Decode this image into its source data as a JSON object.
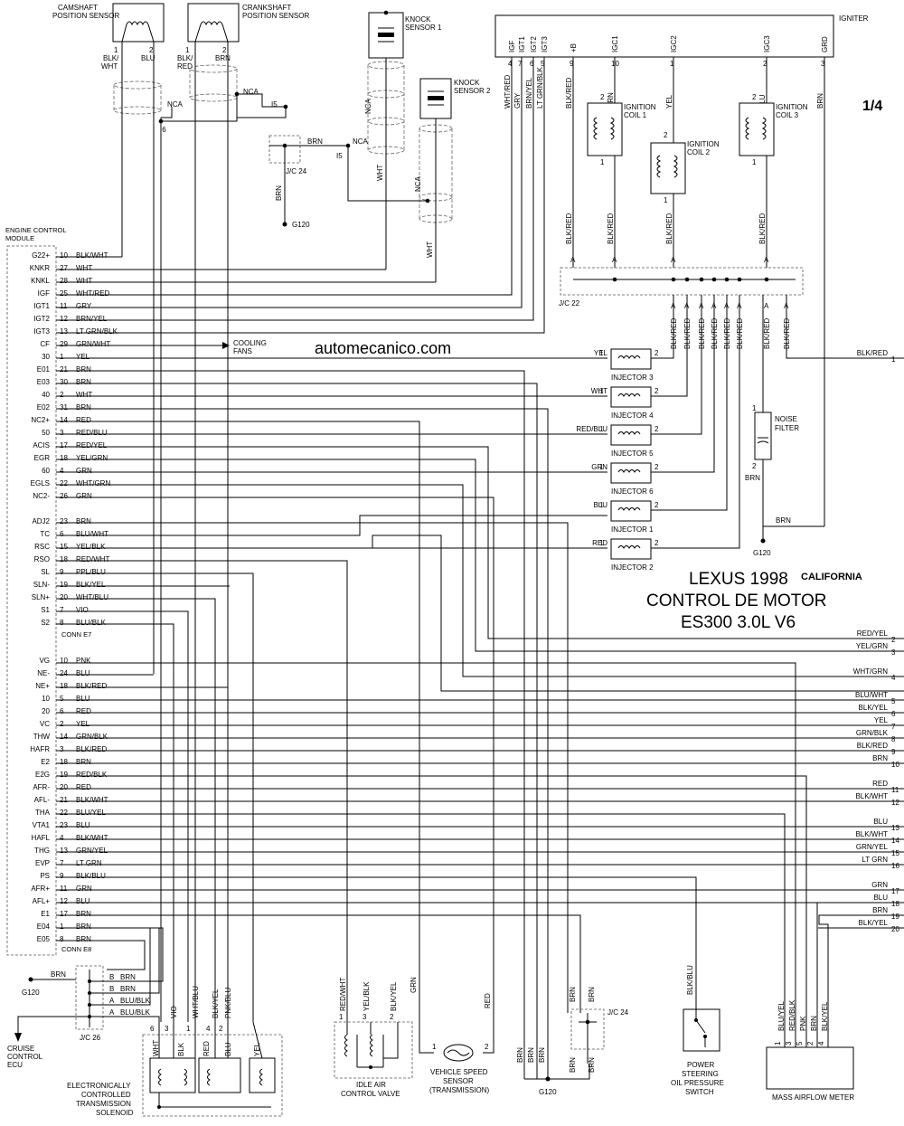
{
  "header": {
    "page": "1/4",
    "make": "LEXUS 1998",
    "region": "CALIFORNIA",
    "title": "CONTROL DE MOTOR",
    "model": "ES300 3.0L V6",
    "watermark": "automecanico.com"
  },
  "ecm": {
    "label": "ENGINE CONTROL MODULE",
    "conn_e7": "CONN E7",
    "conn_e8": "CONN E8",
    "pins_top": [
      {
        "name": "G22+",
        "num": "10",
        "color": "BLK/WHT"
      },
      {
        "name": "KNKR",
        "num": "27",
        "color": "WHT"
      },
      {
        "name": "KNKL",
        "num": "28",
        "color": "WHT"
      },
      {
        "name": "IGF",
        "num": "25",
        "color": "WHT/RED"
      },
      {
        "name": "IGT1",
        "num": "11",
        "color": "GRY"
      },
      {
        "name": "IGT2",
        "num": "12",
        "color": "BRN/YEL"
      },
      {
        "name": "IGT3",
        "num": "13",
        "color": "LT GRN/BLK"
      },
      {
        "name": "CF",
        "num": "29",
        "color": "GRN/WHT"
      },
      {
        "name": "30",
        "num": "1",
        "color": "YEL"
      },
      {
        "name": "E01",
        "num": "21",
        "color": "BRN"
      },
      {
        "name": "E03",
        "num": "30",
        "color": "BRN"
      },
      {
        "name": "40",
        "num": "2",
        "color": "WHT"
      },
      {
        "name": "E02",
        "num": "31",
        "color": "BRN"
      },
      {
        "name": "NC2+",
        "num": "14",
        "color": "RED"
      },
      {
        "name": "50",
        "num": "3",
        "color": "RED/BLU"
      },
      {
        "name": "ACIS",
        "num": "17",
        "color": "RED/YEL"
      },
      {
        "name": "EGR",
        "num": "18",
        "color": "YEL/GRN"
      },
      {
        "name": "60",
        "num": "4",
        "color": "GRN"
      },
      {
        "name": "EGLS",
        "num": "22",
        "color": "WHT/GRN"
      },
      {
        "name": "NC2-",
        "num": "26",
        "color": "GRN"
      }
    ],
    "pins_mid": [
      {
        "name": "ADJ2",
        "num": "23",
        "color": "BRN"
      },
      {
        "name": "TC",
        "num": "6",
        "color": "BLU/WHT"
      },
      {
        "name": "RSC",
        "num": "15",
        "color": "YEL/BLK"
      },
      {
        "name": "RSO",
        "num": "18",
        "color": "RED/WHT"
      },
      {
        "name": "SL",
        "num": "9",
        "color": "PPL/BLU"
      },
      {
        "name": "SLN-",
        "num": "19",
        "color": "BLK/YEL"
      },
      {
        "name": "SLN+",
        "num": "20",
        "color": "WHT/BLU"
      },
      {
        "name": "S1",
        "num": "7",
        "color": "VIO"
      },
      {
        "name": "S2",
        "num": "8",
        "color": "BLU/BLK"
      }
    ],
    "pins_bot": [
      {
        "name": "VG",
        "num": "10",
        "color": "PNK"
      },
      {
        "name": "NE-",
        "num": "24",
        "color": "BLU"
      },
      {
        "name": "NE+",
        "num": "18",
        "color": "BLK/RED"
      },
      {
        "name": "10",
        "num": "5",
        "color": "BLU"
      },
      {
        "name": "20",
        "num": "6",
        "color": "RED"
      },
      {
        "name": "VC",
        "num": "2",
        "color": "YEL"
      },
      {
        "name": "THW",
        "num": "14",
        "color": "GRN/BLK"
      },
      {
        "name": "HAFR",
        "num": "3",
        "color": "BLK/RED"
      },
      {
        "name": "E2",
        "num": "18",
        "color": "BRN"
      },
      {
        "name": "E2G",
        "num": "19",
        "color": "RED/BLK"
      },
      {
        "name": "AFR-",
        "num": "20",
        "color": "RED"
      },
      {
        "name": "AFL-",
        "num": "21",
        "color": "BLK/WHT"
      },
      {
        "name": "THA",
        "num": "22",
        "color": "BLU/YEL"
      },
      {
        "name": "VTA1",
        "num": "23",
        "color": "BLU"
      },
      {
        "name": "HAFL",
        "num": "4",
        "color": "BLK/WHT"
      },
      {
        "name": "THG",
        "num": "13",
        "color": "GRN/YEL"
      },
      {
        "name": "EVP",
        "num": "7",
        "color": "LT GRN"
      },
      {
        "name": "PS",
        "num": "9",
        "color": "BLK/BLU"
      },
      {
        "name": "AFR+",
        "num": "11",
        "color": "GRN"
      },
      {
        "name": "AFL+",
        "num": "12",
        "color": "BLU"
      },
      {
        "name": "E1",
        "num": "17",
        "color": "BRN"
      },
      {
        "name": "E04",
        "num": "1",
        "color": "BRN"
      },
      {
        "name": "E05",
        "num": "8",
        "color": "BRN"
      }
    ]
  },
  "right_refs": [
    {
      "color": "BLK/RED",
      "ref": "1"
    },
    {
      "color": "RED/YEL",
      "ref": "2"
    },
    {
      "color": "YEL/GRN",
      "ref": "3"
    },
    {
      "color": "WHT/GRN",
      "ref": "4"
    },
    {
      "color": "BLU/WHT",
      "ref": "5"
    },
    {
      "color": "BLK/YEL",
      "ref": "6"
    },
    {
      "color": "YEL",
      "ref": "7"
    },
    {
      "color": "GRN/BLK",
      "ref": "8"
    },
    {
      "color": "BLK/RED",
      "ref": "9"
    },
    {
      "color": "BRN",
      "ref": "10"
    },
    {
      "color": "RED",
      "ref": "11"
    },
    {
      "color": "BLK/WHT",
      "ref": "12"
    },
    {
      "color": "BLU",
      "ref": "13"
    },
    {
      "color": "BLK/WHT",
      "ref": "14"
    },
    {
      "color": "GRN/YEL",
      "ref": "15"
    },
    {
      "color": "LT GRN",
      "ref": "16"
    },
    {
      "color": "GRN",
      "ref": "17"
    },
    {
      "color": "BLU",
      "ref": "18"
    },
    {
      "color": "BRN",
      "ref": "19"
    },
    {
      "color": "BLK/YEL",
      "ref": "20"
    }
  ],
  "sensors": {
    "camshaft": {
      "label1": "CAMSHAFT",
      "label2": "POSITION SENSOR",
      "p1": "1",
      "p2": "2",
      "w1a": "BLK/",
      "w1b": "WHT",
      "w2": "BLU",
      "nca": "NCA",
      "splice": "I6"
    },
    "crankshaft": {
      "label1": "CRANKSHAFT",
      "label2": "POSITION SENSOR",
      "p1": "1",
      "p2": "2",
      "w1a": "BLK/",
      "w1b": "RED",
      "w2": "BRN",
      "nca": "NCA",
      "splice": "I5"
    },
    "knock1": {
      "label1": "KNOCK",
      "label2": "SENSOR 1",
      "nca": "NCA",
      "wire": "WHT"
    },
    "knock2": {
      "label1": "KNOCK",
      "label2": "SENSOR 2",
      "nca": "NCA",
      "wire": "WHT"
    },
    "jc24_top": {
      "label": "J/C 24",
      "wire": "BRN",
      "nca": "NCA",
      "splice": "I5",
      "drop": "BRN",
      "ground": "G120"
    }
  },
  "igniter": {
    "label": "IGNITER",
    "pins": [
      {
        "name": "IGF",
        "num": "4",
        "color": "WHT/RED"
      },
      {
        "name": "IGT1",
        "num": "7",
        "color": "GRY"
      },
      {
        "name": "IGT2",
        "num": "6",
        "color": "BRN/YEL"
      },
      {
        "name": "IGT3",
        "num": "5",
        "color": "LT GRN/BLK"
      },
      {
        "name": "+B",
        "num": "9",
        "color": "BLK/RED"
      },
      {
        "name": "IGC1",
        "num": "10",
        "color": "GRN"
      },
      {
        "name": "IGC2",
        "num": "1",
        "color": "YEL"
      },
      {
        "name": "IGC3",
        "num": "2",
        "color": "BLU"
      },
      {
        "name": "GRD",
        "num": "3",
        "color": "BRN"
      }
    ]
  },
  "coils": [
    {
      "label1": "IGNITION",
      "label2": "COIL 1",
      "top": "2",
      "bot": "1"
    },
    {
      "label1": "IGNITION",
      "label2": "COIL 2",
      "top": "2",
      "bot": "1"
    },
    {
      "label1": "IGNITION",
      "label2": "COIL 3",
      "top": "2",
      "bot": "1"
    }
  ],
  "jc22": {
    "label": "J/C 22",
    "pin": "A",
    "upper_colors": [
      "BLK/RED",
      "BLK/RED",
      "BLK/RED",
      "BLK/RED"
    ],
    "lower_colors": [
      "BLK/RED",
      "BLK/RED",
      "BLK/RED",
      "BLK/RED",
      "BLK/RED",
      "BLK/RED",
      "BLK/RED",
      "BLK/RED"
    ]
  },
  "injectors": [
    {
      "label": "INJECTOR 3",
      "wire": "YEL",
      "p1": "1",
      "p2": "2"
    },
    {
      "label": "INJECTOR 4",
      "wire": "WHT",
      "p1": "1",
      "p2": "2"
    },
    {
      "label": "INJECTOR 5",
      "wire": "RED/BLU",
      "p1": "1",
      "p2": "2"
    },
    {
      "label": "INJECTOR 6",
      "wire": "GRN",
      "p1": "1",
      "p2": "2"
    },
    {
      "label": "INJECTOR 1",
      "wire": "BLU",
      "p1": "1",
      "p2": "2"
    },
    {
      "label": "INJECTOR 2",
      "wire": "RED",
      "p1": "1",
      "p2": "2"
    }
  ],
  "noise_filter": {
    "label1": "NOISE",
    "label2": "FILTER",
    "p1": "1",
    "p2": "2",
    "wire": "BRN",
    "wire2": "BRN",
    "ground": "G120"
  },
  "cooling": {
    "label1": "COOLING",
    "label2": "FANS"
  },
  "bottom": {
    "ground_left": "G120",
    "ground_left_wire": "BRN",
    "jc26": "J/C 26",
    "jc26_rows": [
      {
        "pin": "B",
        "color": "BRN"
      },
      {
        "pin": "B",
        "color": "BRN"
      },
      {
        "pin": "A",
        "color": "BLU/BLK"
      },
      {
        "pin": "A",
        "color": "BLU/BLK"
      }
    ],
    "cruise1": "CRUISE",
    "cruise2": "CONTROL",
    "cruise3": "ECU",
    "solenoid_label": [
      "ELECTRONICALLY",
      "CONTROLLED",
      "TRANSMISSION",
      "SOLENOID"
    ],
    "solenoid_pins": [
      {
        "num": "6",
        "color": ""
      },
      {
        "num": "3",
        "color": "VIO"
      },
      {
        "num": "1",
        "color": "WHT/BLU"
      },
      {
        "num": "4",
        "color": "BLK/YEL"
      },
      {
        "num": "2",
        "color": "PNK/BLU"
      }
    ],
    "solenoid_inner": [
      "WHT",
      "BLK",
      "RED",
      "BLU",
      "YEL"
    ],
    "iac_label1": "IDLE AIR",
    "iac_label2": "CONTROL VALVE",
    "iac_pins": [
      {
        "num": "1",
        "color": "RED/WHT"
      },
      {
        "num": "3",
        "color": "YEL/BLK"
      },
      {
        "num": "2",
        "color": "BLK/YEL"
      }
    ],
    "iac_grn": "GRN",
    "vss_label": [
      "VEHICLE SPEED",
      "SENSOR",
      "(TRANSMISSION)"
    ],
    "vss_p1": "1",
    "vss_p2": "2",
    "vss_red": "RED",
    "gnd_wires": [
      "BRN",
      "BRN",
      "BRN"
    ],
    "ground_mid": "G120",
    "jc24_bot": "J/C 24",
    "jc24_bot_wires": [
      "BRN",
      "BRN",
      "BRN",
      "BRN"
    ],
    "ps_label": [
      "POWER",
      "STEERING",
      "OIL PRESSURE",
      "SWITCH"
    ],
    "ps_wire": "BLK/BLU",
    "maf_label": "MASS AIRFLOW METER",
    "maf_pins": [
      {
        "num": "1",
        "color": "BLU/YEL"
      },
      {
        "num": "3",
        "color": "RED/BLK"
      },
      {
        "num": "5",
        "color": "PNK"
      },
      {
        "num": "2",
        "color": "BRN"
      },
      {
        "num": "4",
        "color": "BLK/YEL"
      }
    ]
  }
}
